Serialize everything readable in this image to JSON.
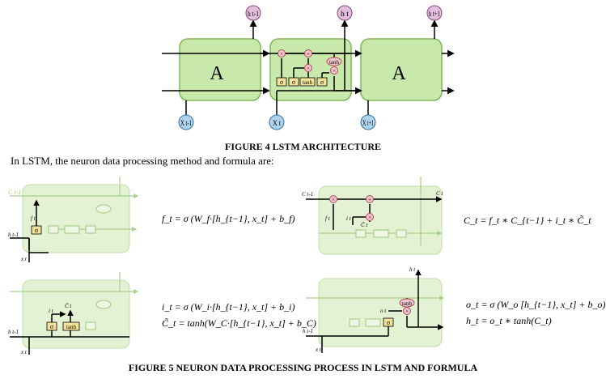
{
  "figure4": {
    "caption": "FIGURE 4 LSTM ARCHITECTURE",
    "cell_labels": [
      "A",
      "A"
    ],
    "outputs": [
      "h t-1",
      "h t",
      "h t+1"
    ],
    "inputs": [
      "X t-1",
      "X t",
      "X t+1"
    ],
    "gate_labels": [
      "σ",
      "σ",
      "tanh",
      "σ"
    ],
    "tanh_label": "tanh"
  },
  "intro_text": "In LSTM, the neuron data processing method and formula are:",
  "panels": {
    "forget": {
      "labels": [
        "C t-1",
        "h t-1",
        "x t",
        "f t",
        "σ"
      ],
      "equation": "f_t = σ (W_f·[h_{t−1}, x_t] + b_f)"
    },
    "cell_update": {
      "labels": [
        "C t-1",
        "C t",
        "f t",
        "i t",
        "C̃ t"
      ],
      "equation": "C_t = f_t ∗ C_{t−1} + i_t ∗ C̃_t"
    },
    "input": {
      "labels": [
        "h t-1",
        "x t",
        "i t",
        "C̃ t",
        "σ",
        "tanh"
      ],
      "equation_1": "i_t = σ (W_i·[h_{t−1}, x_t] + b_i)",
      "equation_2": "C̃_t = tanh(W_C·[h_{t−1}, x_t] + b_C)"
    },
    "output": {
      "labels": [
        "h t",
        "h t-1",
        "x t",
        "o t",
        "σ",
        "tanh"
      ],
      "equation_1": "o_t = σ (W_o [h_{t−1}, x_t] + b_o)",
      "equation_2": "h_t = o_t ∗ tanh(C_t)"
    }
  },
  "figure5": {
    "caption": "FIGURE 5 NEURON DATA PROCESSING PROCESS IN LSTM AND FORMULA"
  },
  "colors": {
    "cell_fill": "#c9e8ac",
    "cell_stroke": "#7fb55a",
    "faded_fill": "#e3f2d3",
    "gate_fill": "#f3e29a",
    "op_fill": "#f4c7cf",
    "op_stroke": "#b04a5a",
    "io_fill": "#aed3ef",
    "out_fill": "#e4bddf"
  }
}
